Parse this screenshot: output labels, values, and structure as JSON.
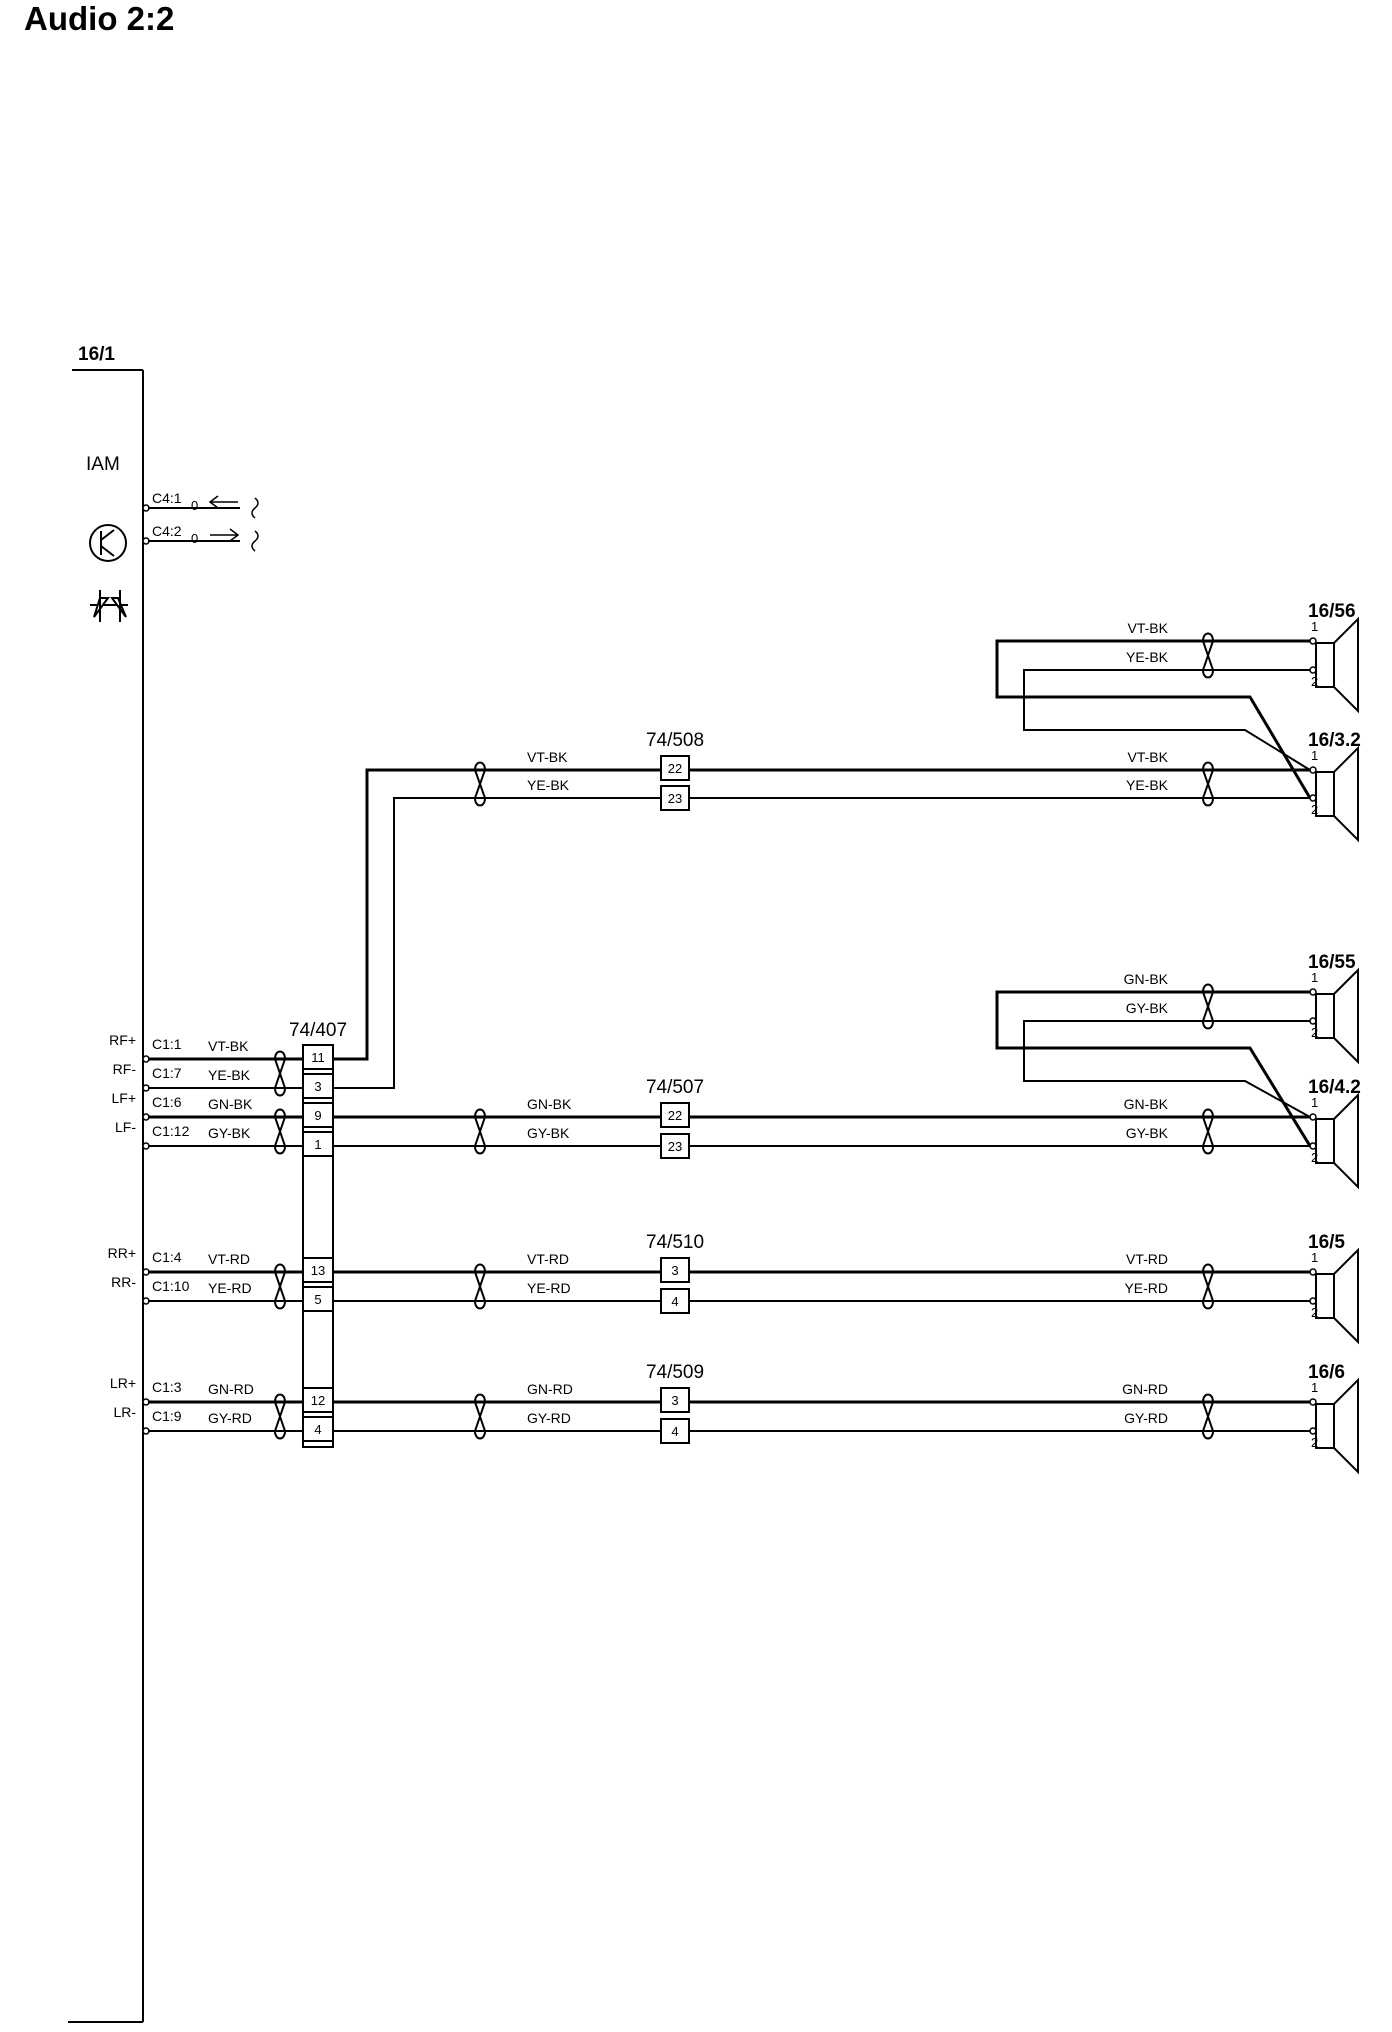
{
  "title": "Audio 2:2",
  "module": {
    "id": "16/1",
    "name": "IAM"
  },
  "module_pins": [
    {
      "id": "c4-1",
      "pin": "C4:1"
    },
    {
      "id": "c4-2",
      "pin": "C4:2"
    },
    {
      "id": "c1-1",
      "pin": "C1:1",
      "signal": "RF+",
      "color": "VT-BK",
      "conn_pin": "11"
    },
    {
      "id": "c1-7",
      "pin": "C1:7",
      "signal": "RF-",
      "color": "YE-BK",
      "conn_pin": "3"
    },
    {
      "id": "c1-6",
      "pin": "C1:6",
      "signal": "LF+",
      "color": "GN-BK",
      "conn_pin": "9"
    },
    {
      "id": "c1-12",
      "pin": "C1:12",
      "signal": "LF-",
      "color": "GY-BK",
      "conn_pin": "1"
    },
    {
      "id": "c1-4",
      "pin": "C1:4",
      "signal": "RR+",
      "color": "VT-RD",
      "conn_pin": "13"
    },
    {
      "id": "c1-10",
      "pin": "C1:10",
      "signal": "RR-",
      "color": "YE-RD",
      "conn_pin": "5"
    },
    {
      "id": "c1-3",
      "pin": "C1:3",
      "signal": "LR+",
      "color": "GN-RD",
      "conn_pin": "12"
    },
    {
      "id": "c1-9",
      "pin": "C1:9",
      "signal": "LR-",
      "color": "GY-RD",
      "conn_pin": "4"
    }
  ],
  "main_connector": "74/407",
  "inline_connectors": [
    {
      "id": "74/508",
      "pins": [
        "22",
        "23"
      ],
      "wires": [
        "VT-BK",
        "YE-BK"
      ],
      "wires_right": [
        "VT-BK",
        "YE-BK"
      ]
    },
    {
      "id": "74/507",
      "pins": [
        "22",
        "23"
      ],
      "wires": [
        "GN-BK",
        "GY-BK"
      ],
      "wires_right": [
        "GN-BK",
        "GY-BK"
      ]
    },
    {
      "id": "74/510",
      "pins": [
        "3",
        "4"
      ],
      "wires": [
        "VT-RD",
        "YE-RD"
      ],
      "wires_right": [
        "VT-RD",
        "YE-RD"
      ]
    },
    {
      "id": "74/509",
      "pins": [
        "3",
        "4"
      ],
      "wires": [
        "GN-RD",
        "GY-RD"
      ],
      "wires_right": [
        "GN-RD",
        "GY-RD"
      ]
    }
  ],
  "speakers": [
    {
      "id": "16/56",
      "pins": [
        "1",
        "2"
      ],
      "wires": [
        "VT-BK",
        "YE-BK"
      ]
    },
    {
      "id": "16/3.2",
      "pins": [
        "1",
        "2"
      ]
    },
    {
      "id": "16/55",
      "pins": [
        "1",
        "2"
      ],
      "wires": [
        "GN-BK",
        "GY-BK"
      ]
    },
    {
      "id": "16/4.2",
      "pins": [
        "1",
        "2"
      ]
    },
    {
      "id": "16/5",
      "pins": [
        "1",
        "2"
      ]
    },
    {
      "id": "16/6",
      "pins": [
        "1",
        "2"
      ]
    }
  ],
  "misc": {
    "c4_suffix": "0"
  },
  "icons": [
    "transistor-icon",
    "diode-icon",
    "speaker-icon",
    "twisted-pair-icon",
    "arrow-icon"
  ],
  "colors": {
    "line": "#000000",
    "background": "#ffffff"
  }
}
